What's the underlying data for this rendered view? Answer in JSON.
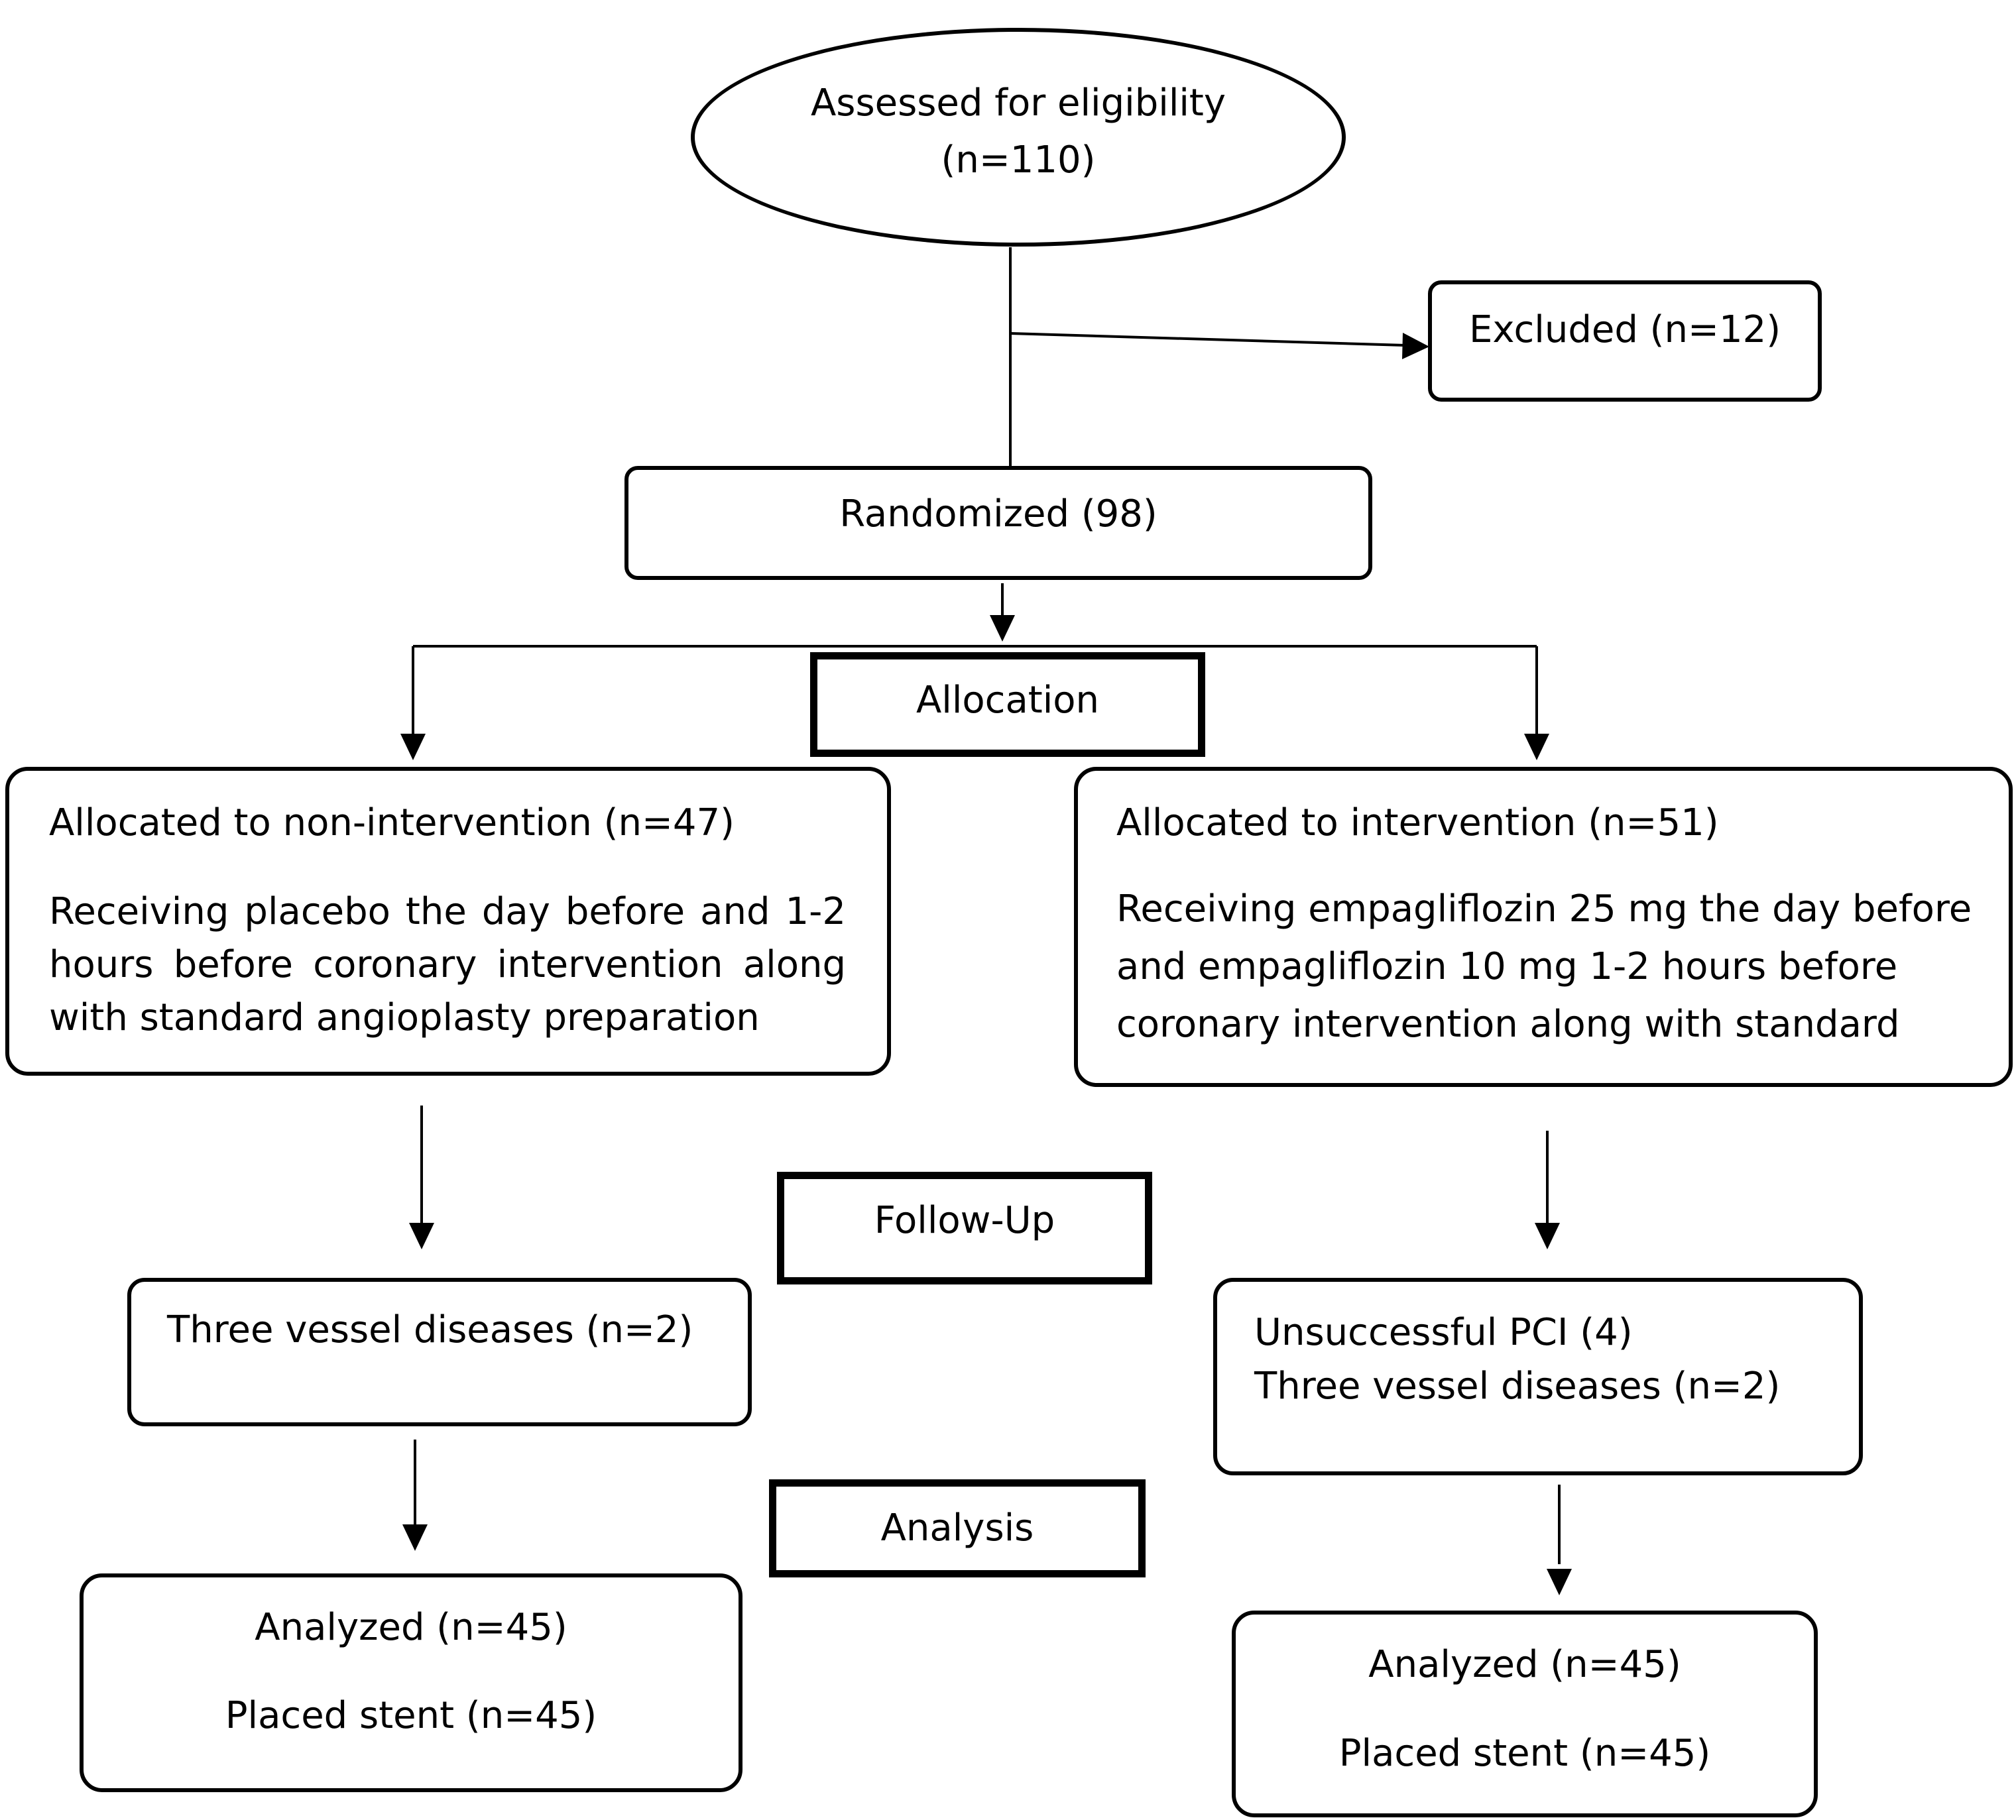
{
  "nodes": {
    "eligibility": {
      "line1": "Assessed for eligibility",
      "line2": "(n=110)"
    },
    "excluded": {
      "label": "Excluded (n=12)"
    },
    "randomized": {
      "label": "Randomized (98)"
    },
    "stages": {
      "allocation": "Allocation",
      "follow_up": "Follow-Up",
      "analysis": "Analysis"
    },
    "non_intervention": {
      "title": "Allocated to non-intervention (n=47)",
      "line1": "Receiving placebo the day before and 1-2",
      "line2": "hours before coronary intervention along",
      "line3": "with standard angioplasty preparation"
    },
    "intervention": {
      "title": "Allocated to intervention (n=51)",
      "line1": "Receiving empagliflozin 25 mg the day before",
      "line2": "and empagliflozin 10 mg 1-2 hours before",
      "line3": "coronary intervention along with standard"
    },
    "followup_left": {
      "line1": "Three vessel diseases (n=2)"
    },
    "followup_right": {
      "line1": "Unsuccessful PCI (4)",
      "line2": "Three vessel diseases (n=2)"
    },
    "analysis_left": {
      "line1": "Analyzed (n=45)",
      "line2": "Placed stent (n=45)"
    },
    "analysis_right": {
      "line1": "Analyzed (n=45)",
      "line2": "Placed stent (n=45)"
    }
  }
}
